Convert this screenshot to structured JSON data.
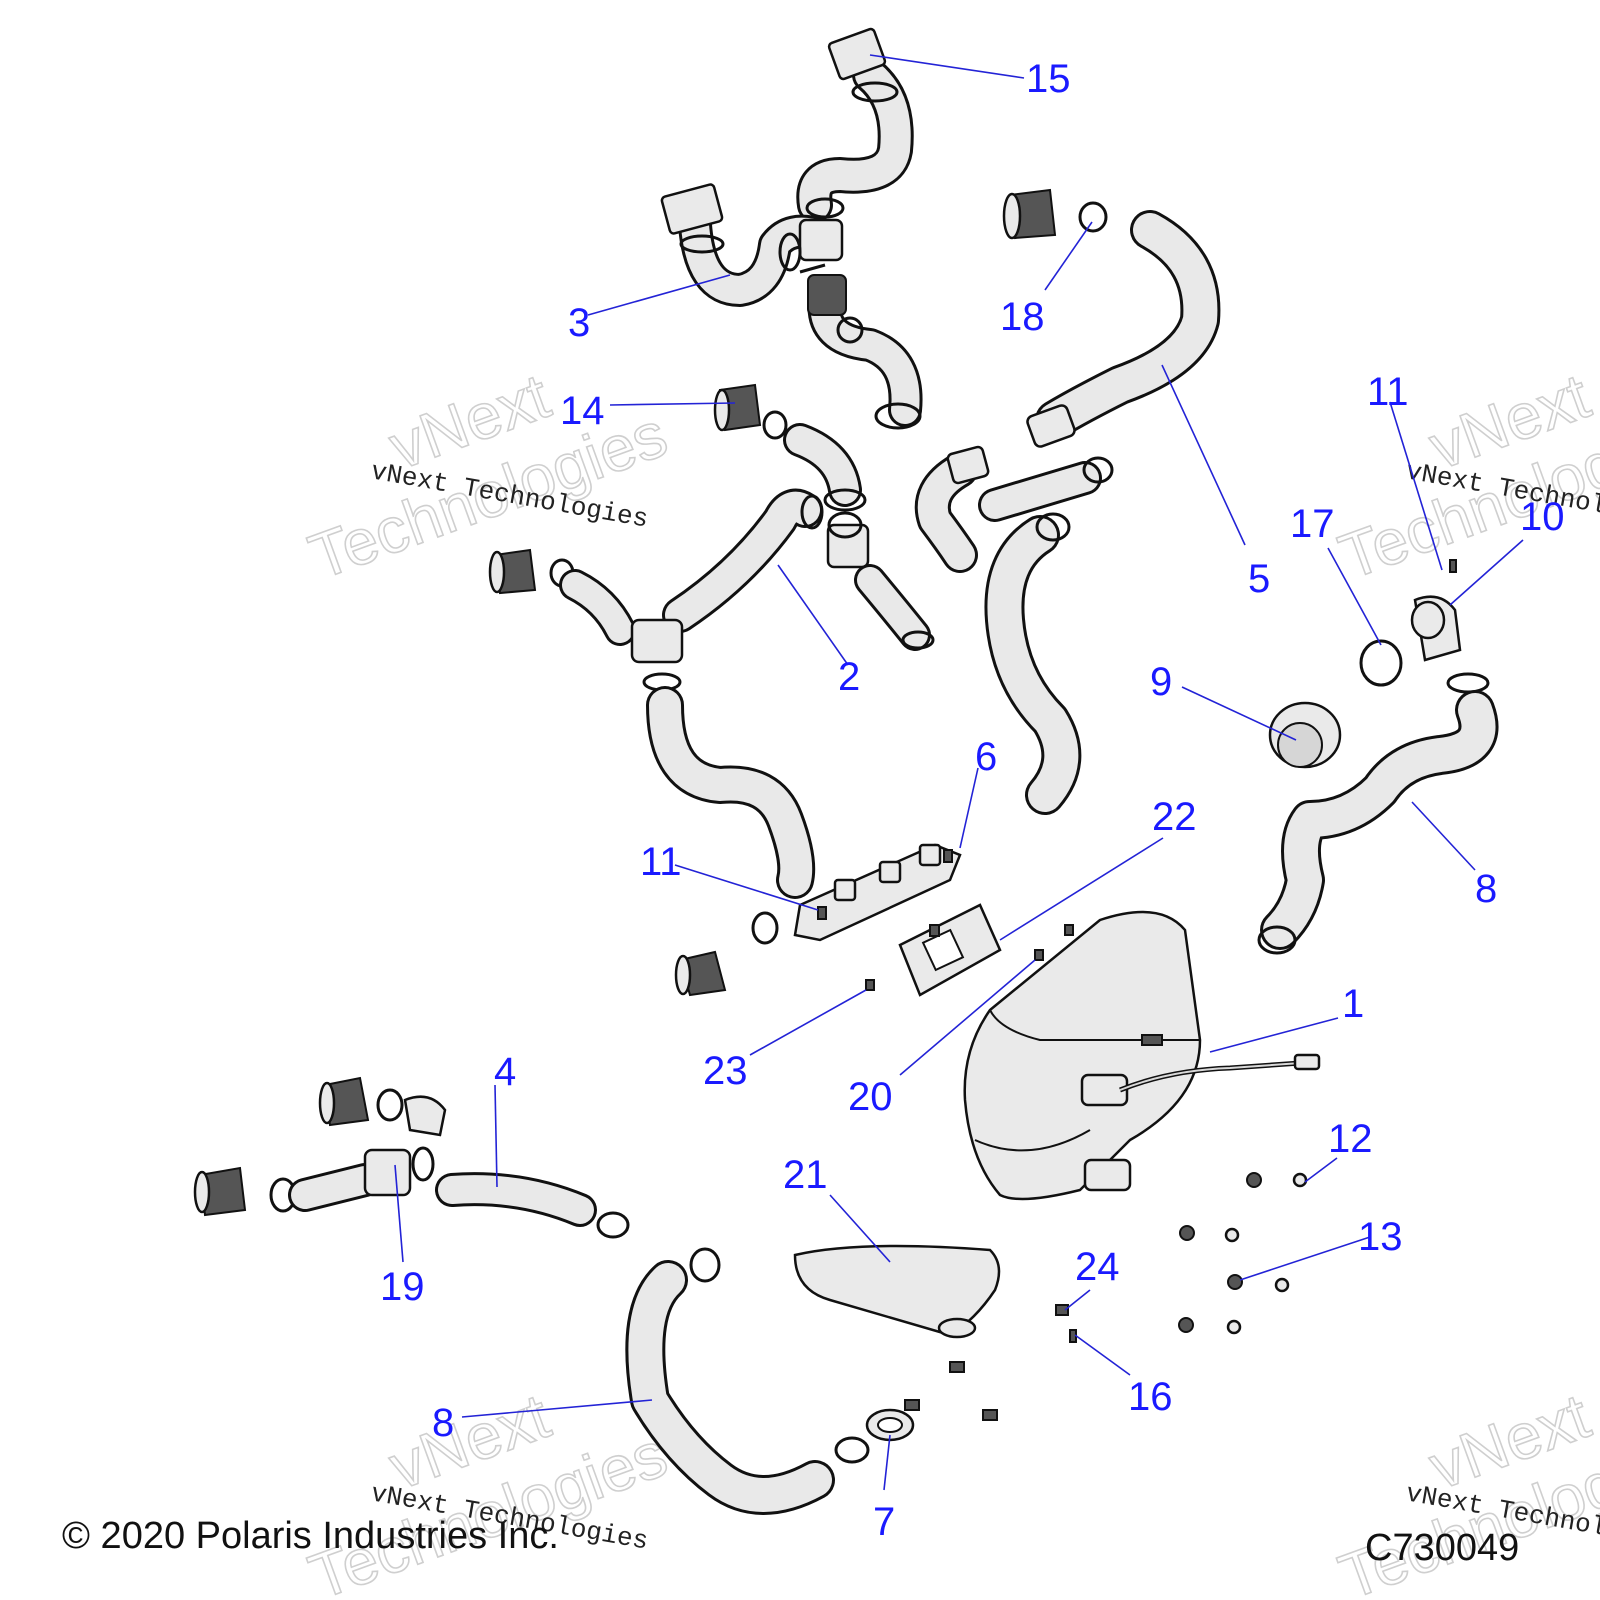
{
  "footer": {
    "copyright": "© 2020 Polaris Industries Inc.",
    "figure_id": "C730049"
  },
  "watermark": {
    "line1": "vNext",
    "line2": "Technologies",
    "caption": "vNext Technologies"
  },
  "callouts": {
    "c1": "1",
    "c2": "2",
    "c3": "3",
    "c4": "4",
    "c5": "5",
    "c6": "6",
    "c7": "7",
    "c8a": "8",
    "c8b": "8",
    "c9": "9",
    "c10": "10",
    "c11a": "11",
    "c11b": "11",
    "c12": "12",
    "c13": "13",
    "c14": "14",
    "c15": "15",
    "c16": "16",
    "c17": "17",
    "c18": "18",
    "c19": "19",
    "c20": "20",
    "c21": "21",
    "c22": "22",
    "c23": "23",
    "c24": "24"
  },
  "colors": {
    "callout_text": "#1a1aff",
    "leader_line": "#2323d6",
    "part_fill": "#eaeaea",
    "outline": "#111111"
  }
}
